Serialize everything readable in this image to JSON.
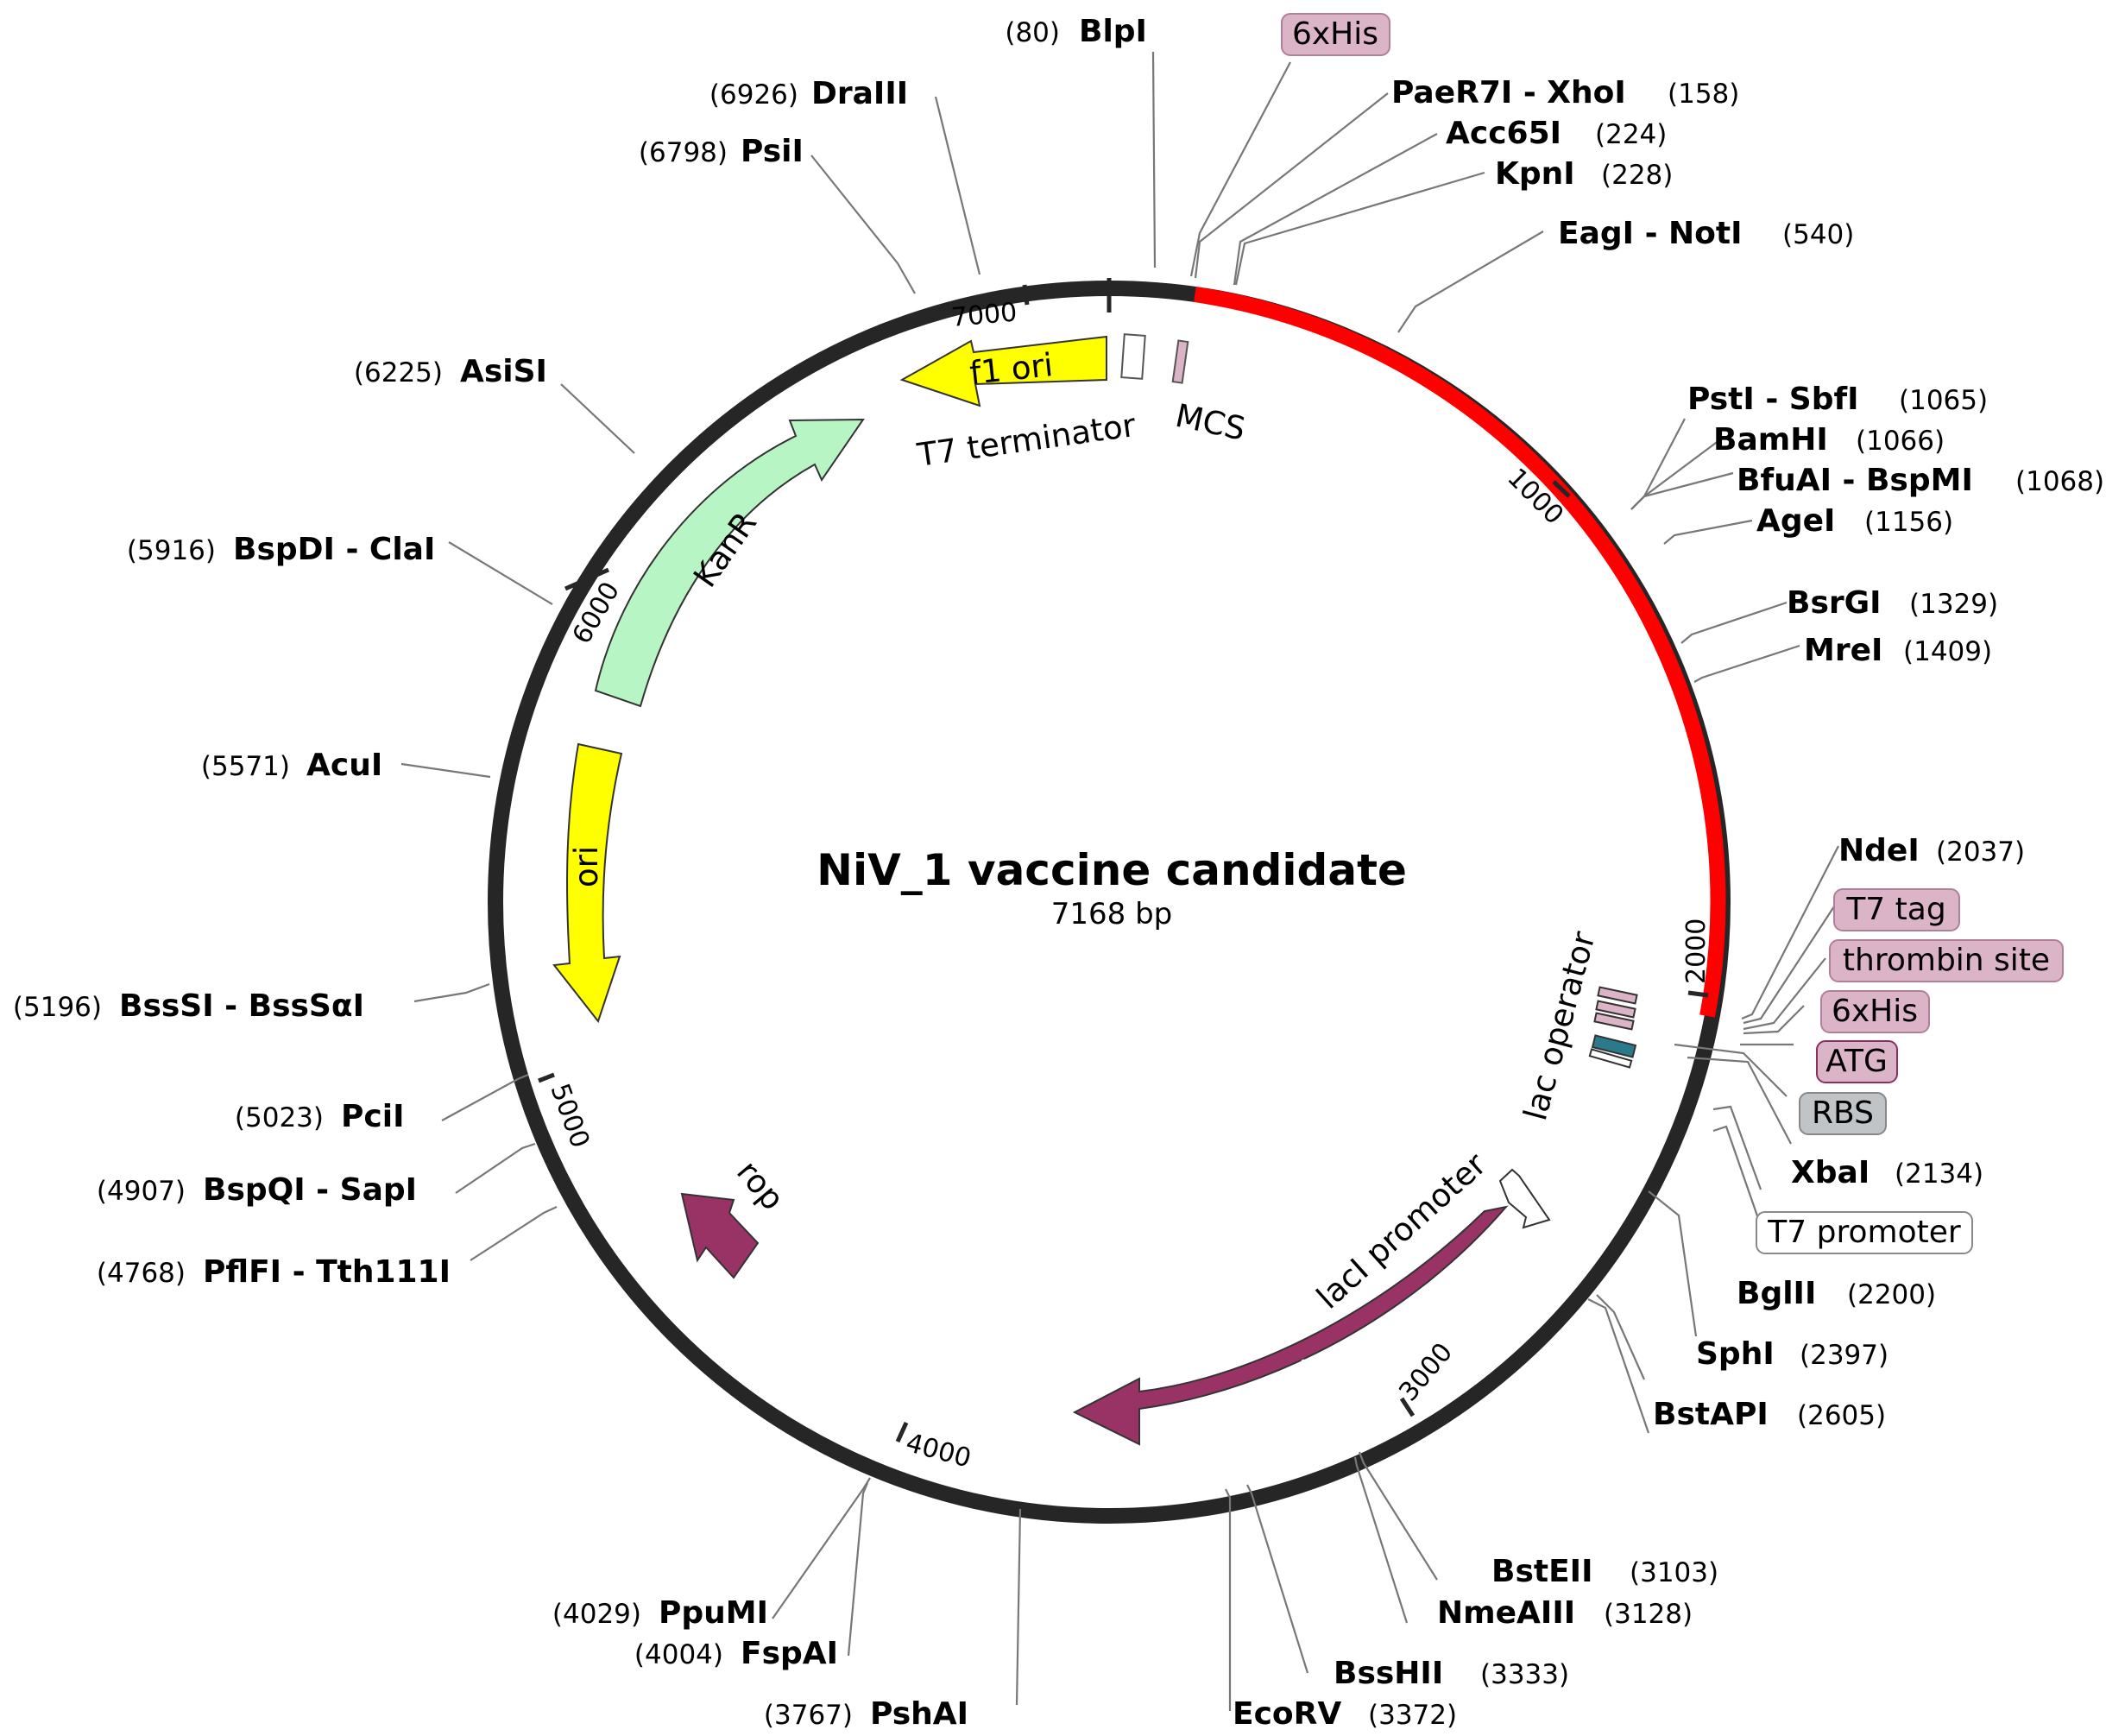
{
  "plasmid": {
    "name": "NiV_1 vaccine candidate",
    "size": "7168 bp"
  },
  "backbone_ticks": [
    "1000",
    "2000",
    "3000",
    "4000",
    "5000",
    "6000",
    "7000"
  ],
  "features": {
    "f1_ori": "f1 ori",
    "t7_terminator": "T7 terminator",
    "mcs": "MCS",
    "kanr": "KanR",
    "ori": "ori",
    "rop": "rop",
    "laci": "lacI",
    "laci_promoter": "lacI promoter",
    "lac_operator": "lac operator"
  },
  "boxed_features": {
    "his_top": "6xHis",
    "t7_tag": "T7 tag",
    "thrombin": "thrombin site",
    "his_right": "6xHis",
    "atg": "ATG",
    "rbs": "RBS",
    "t7_promoter": "T7 promoter"
  },
  "sites": {
    "blpi": {
      "name": "BlpI",
      "pos": "(80)"
    },
    "draiii": {
      "name": "DraIII",
      "pos": "(6926)"
    },
    "psii": {
      "name": "PsiI",
      "pos": "(6798)"
    },
    "asisi": {
      "name": "AsiSI",
      "pos": "(6225)"
    },
    "bspdi": {
      "name": "BspDI - ClaI",
      "pos": "(5916)"
    },
    "acui": {
      "name": "AcuI",
      "pos": "(5571)"
    },
    "bsssi": {
      "name": "BssSI - BssSαI",
      "pos": "(5196)"
    },
    "pcii": {
      "name": "PciI",
      "pos": "(5023)"
    },
    "bspqi": {
      "name": "BspQI - SapI",
      "pos": "(4907)"
    },
    "pflfi": {
      "name": "PflFI - Tth111I",
      "pos": "(4768)"
    },
    "ppumi": {
      "name": "PpuMI",
      "pos": "(4029)"
    },
    "fspai": {
      "name": "FspAI",
      "pos": "(4004)"
    },
    "pshai": {
      "name": "PshAI",
      "pos": "(3767)"
    },
    "ecorv": {
      "name": "EcoRV",
      "pos": "(3372)"
    },
    "psshii": {
      "name": "BssHII",
      "pos": "(3333)"
    },
    "nmeaiii": {
      "name": "NmeAIII",
      "pos": "(3128)"
    },
    "bsteii": {
      "name": "BstEII",
      "pos": "(3103)"
    },
    "bstapi": {
      "name": "BstAPI",
      "pos": "(2605)"
    },
    "sphi": {
      "name": "SphI",
      "pos": "(2397)"
    },
    "bglii": {
      "name": "BglII",
      "pos": "(2200)"
    },
    "xbai": {
      "name": "XbaI",
      "pos": "(2134)"
    },
    "ndei": {
      "name": "NdeI",
      "pos": "(2037)"
    },
    "mrei": {
      "name": "MreI",
      "pos": "(1409)"
    },
    "bsrgi": {
      "name": "BsrGI",
      "pos": "(1329)"
    },
    "agei": {
      "name": "AgeI",
      "pos": "(1156)"
    },
    "bfuai": {
      "name": "BfuAI - BspMI",
      "pos": "(1068)"
    },
    "bamhi": {
      "name": "BamHI",
      "pos": "(1066)"
    },
    "psti": {
      "name": "PstI - SbfI",
      "pos": "(1065)"
    },
    "eagi": {
      "name": "EagI - NotI",
      "pos": "(540)"
    },
    "kpni": {
      "name": "KpnI",
      "pos": "(228)"
    },
    "acc65i": {
      "name": "Acc65I",
      "pos": "(224)"
    },
    "paer7i": {
      "name": "PaeR7I - XhoI",
      "pos": "(158)"
    }
  },
  "colors": {
    "backbone": "#262626",
    "insert": "#ff0000",
    "yellow_feature": "#ffff00",
    "kanr": "#b8f5c4",
    "laci": "#993366",
    "pink_box": "#dcb4c8",
    "rbs_box": "#c0c4c6",
    "teal": "#2b7a8c"
  }
}
